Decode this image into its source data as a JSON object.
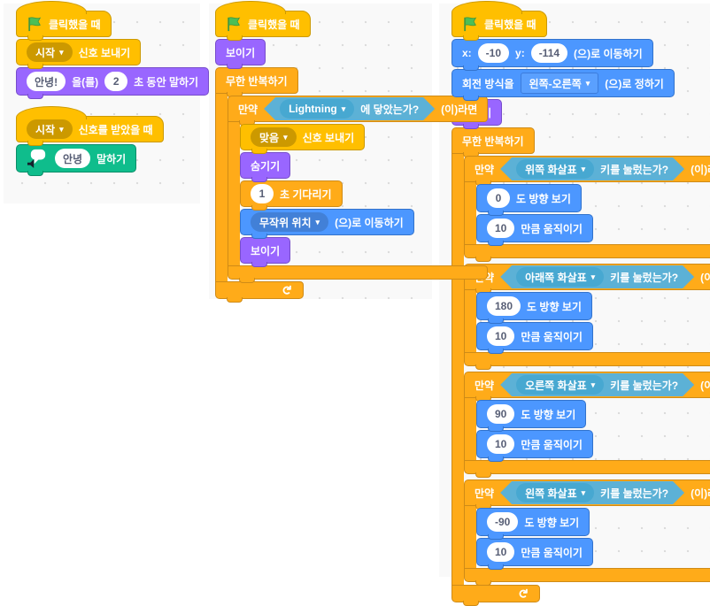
{
  "icons": {
    "dropdown_arrow": "▾",
    "loop_arrow": "↻",
    "green_flag": "flag-shape",
    "speech_bubble": "speech-bubble-with-speaker"
  },
  "palette": {
    "motion": "#4C97FF",
    "motion_dropdown": "#4280D7",
    "motion_border": "#3373CC",
    "looks": "#9966FF",
    "looks_border": "#774DCB",
    "events": "#FFBF00",
    "events_dropdown": "#CC9900",
    "events_border": "#CC9900",
    "control": "#FFAB19",
    "control_border": "#CF8B17",
    "sensing": "#5CB1D6",
    "sensing_dropdown": "#47A8D1",
    "tts_green": "#0FBD8C",
    "tts_border": "#0B8E69",
    "workspace_bg": "#F9F9F9"
  },
  "script1": {
    "when_flag_clicked": "클릭했을 때",
    "broadcast": {
      "event": "시작",
      "label": "신호 보내기"
    },
    "say_for_secs": {
      "message": "안녕!",
      "particle": "을(를)",
      "seconds": "2",
      "label": "초 동안 말하기"
    }
  },
  "script2": {
    "when_received": {
      "event": "시작",
      "label": "신호를 받았을 때"
    },
    "speak": {
      "message": "안녕",
      "label": "말하기"
    }
  },
  "script3": {
    "when_flag_clicked": "클릭했을 때",
    "show": "보이기",
    "forever": "무한 반복하기",
    "if_touching": {
      "if": "만약",
      "target": "Lightning",
      "condition": "에 닿았는가?",
      "then": "(이)라면"
    },
    "broadcast": {
      "event": "맞음",
      "label": "신호 보내기"
    },
    "hide": "숨기기",
    "wait": {
      "seconds": "1",
      "label": "초 기다리기"
    },
    "goto": {
      "target": "무작위 위치",
      "label": "(으)로 이동하기"
    },
    "show2": "보이기"
  },
  "script4": {
    "when_flag_clicked": "클릭했을 때",
    "goto_xy": {
      "x_label": "x:",
      "x": "-10",
      "y_label": "y:",
      "y": "-114",
      "label": "(으)로 이동하기"
    },
    "rotation_style": {
      "prefix": "회전 방식을",
      "style": "왼쪽-오른쪽",
      "label": "(으)로 정하기"
    },
    "show": "보이기",
    "forever": "무한 반복하기",
    "if_keys": [
      {
        "if": "만약",
        "key": "위쪽 화살표",
        "condition": "키를 눌렀는가?",
        "then": "(이)라면",
        "direction": "0",
        "direction_label": "도 방향 보기",
        "steps": "10",
        "steps_label": "만큼 움직이기"
      },
      {
        "if": "만약",
        "key": "아래쪽 화살표",
        "condition": "키를 눌렀는가?",
        "then": "(이)라면",
        "direction": "180",
        "direction_label": "도 방향 보기",
        "steps": "10",
        "steps_label": "만큼 움직이기"
      },
      {
        "if": "만약",
        "key": "오른쪽 화살표",
        "condition": "키를 눌렀는가?",
        "then": "(이)라면",
        "direction": "90",
        "direction_label": "도 방향 보기",
        "steps": "10",
        "steps_label": "만큼 움직이기"
      },
      {
        "if": "만약",
        "key": "왼쪽 화살표",
        "condition": "키를 눌렀는가?",
        "then": "(이)라면",
        "direction": "-90",
        "direction_label": "도 방향 보기",
        "steps": "10",
        "steps_label": "만큼 움직이기"
      }
    ]
  }
}
